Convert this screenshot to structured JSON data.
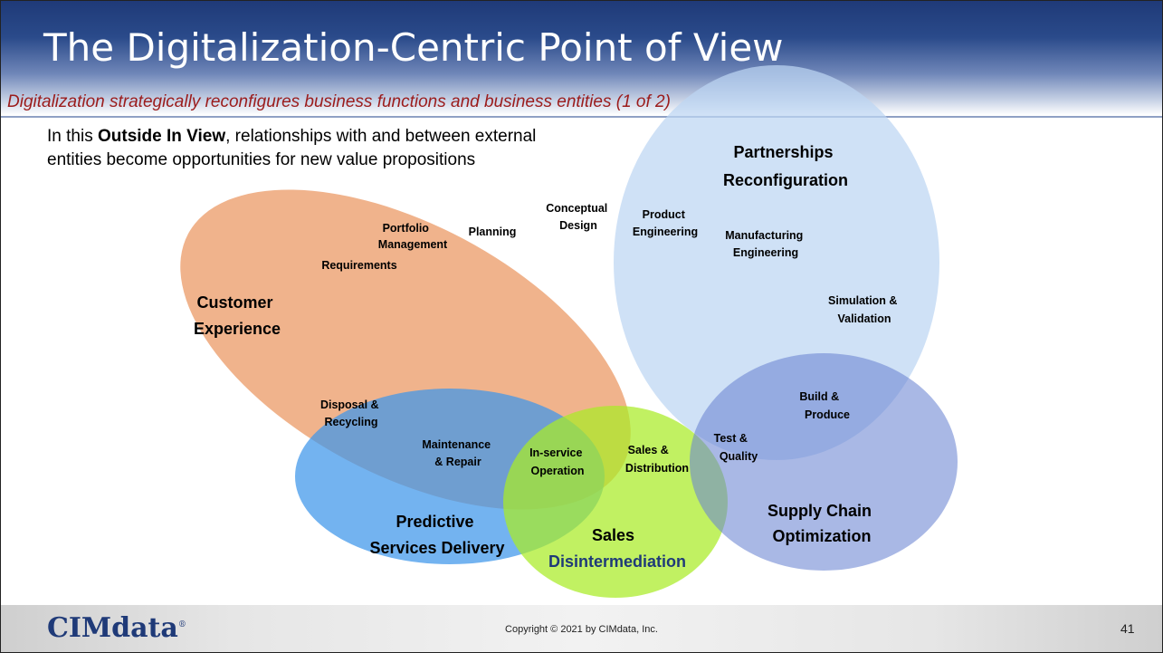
{
  "header": {
    "title": "The Digitalization-Centric Point of View",
    "subtitle": "Digitalization strategically reconfigures business functions and business entities (1 of 2)"
  },
  "intro": {
    "prefix": "In this ",
    "emphasis": "Outside In View",
    "suffix": ", relationships with and between external entities become opportunities for new value propositions"
  },
  "diagram": {
    "circles": [
      {
        "id": "customer-experience",
        "label_lines": [
          "Customer",
          "Experience"
        ],
        "color": "#ec9d6c"
      },
      {
        "id": "partnerships",
        "label_lines": [
          "Partnerships",
          "Reconfiguration"
        ],
        "color": "#bcd6f2"
      },
      {
        "id": "predictive",
        "label_lines": [
          "Predictive",
          "Services Delivery"
        ],
        "color": "#5aa6ee"
      },
      {
        "id": "sales",
        "label_lines": [
          "Sales",
          "Disintermediation"
        ],
        "color": "#b4ec44"
      },
      {
        "id": "supply-chain",
        "label_lines": [
          "Supply Chain",
          "Optimization"
        ],
        "color": "#7b94d8"
      }
    ],
    "functions": [
      {
        "id": "portfolio",
        "lines": [
          "Portfolio",
          "Management"
        ]
      },
      {
        "id": "planning",
        "lines": [
          "Planning"
        ]
      },
      {
        "id": "conceptual",
        "lines": [
          "Conceptual",
          "Design"
        ]
      },
      {
        "id": "product-eng",
        "lines": [
          "Product",
          "Engineering"
        ]
      },
      {
        "id": "mfg-eng",
        "lines": [
          "Manufacturing",
          "Engineering"
        ]
      },
      {
        "id": "requirements",
        "lines": [
          "Requirements"
        ]
      },
      {
        "id": "sim-val",
        "lines": [
          "Simulation &",
          "Validation"
        ]
      },
      {
        "id": "build",
        "lines": [
          "Build &",
          "Produce"
        ]
      },
      {
        "id": "test",
        "lines": [
          "Test &",
          "Quality"
        ]
      },
      {
        "id": "disposal",
        "lines": [
          "Disposal &",
          "Recycling"
        ]
      },
      {
        "id": "maintenance",
        "lines": [
          "Maintenance",
          "& Repair"
        ]
      },
      {
        "id": "in-service",
        "lines": [
          "In-service",
          "Operation"
        ]
      },
      {
        "id": "sales-dist",
        "lines": [
          "Sales &",
          "Distribution"
        ]
      }
    ]
  },
  "footer": {
    "logo": "CIMdata",
    "logo_mark": "®",
    "copyright": "Copyright © 2021 by CIMdata, Inc.",
    "page": "41"
  }
}
